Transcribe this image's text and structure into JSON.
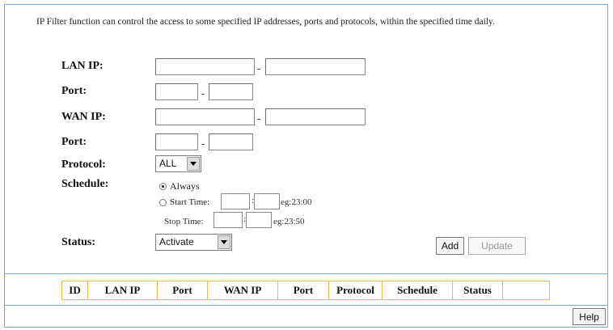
{
  "intro_text": "IP Filter function can control the access to some specified IP addresses, ports and protocols, within the specified time daily.",
  "form": {
    "lan_ip_label": "LAN IP:",
    "port1_label": "Port:",
    "wan_ip_label": "WAN IP:",
    "port2_label": "Port:",
    "protocol_label": "Protocol:",
    "schedule_label": "Schedule:",
    "status_label": "Status:",
    "dash": "-",
    "lan_ip_start": "",
    "lan_ip_end": "",
    "lan_port_start": "",
    "lan_port_end": "",
    "wan_ip_start": "",
    "wan_ip_end": "",
    "wan_port_start": "",
    "wan_port_end": "",
    "protocol_value": "ALL",
    "status_value": "Activate"
  },
  "schedule": {
    "always_label": "Always",
    "start_label": "Start Time:",
    "stop_label": "Stop Time:",
    "colon": ":",
    "start_hint": "eg:23:00",
    "stop_hint": "eg:23:50",
    "start_hour": "",
    "start_min": "",
    "stop_hour": "",
    "stop_min": "",
    "selected": "always"
  },
  "buttons": {
    "add": "Add",
    "update": "Update",
    "help": "Help"
  },
  "table": {
    "columns": [
      "ID",
      "LAN IP",
      "Port",
      "WAN IP",
      "Port",
      "Protocol",
      "Schedule",
      "Status",
      ""
    ]
  },
  "colors": {
    "frame_border": "#7aa7d6",
    "table_border": "#f0b848"
  }
}
